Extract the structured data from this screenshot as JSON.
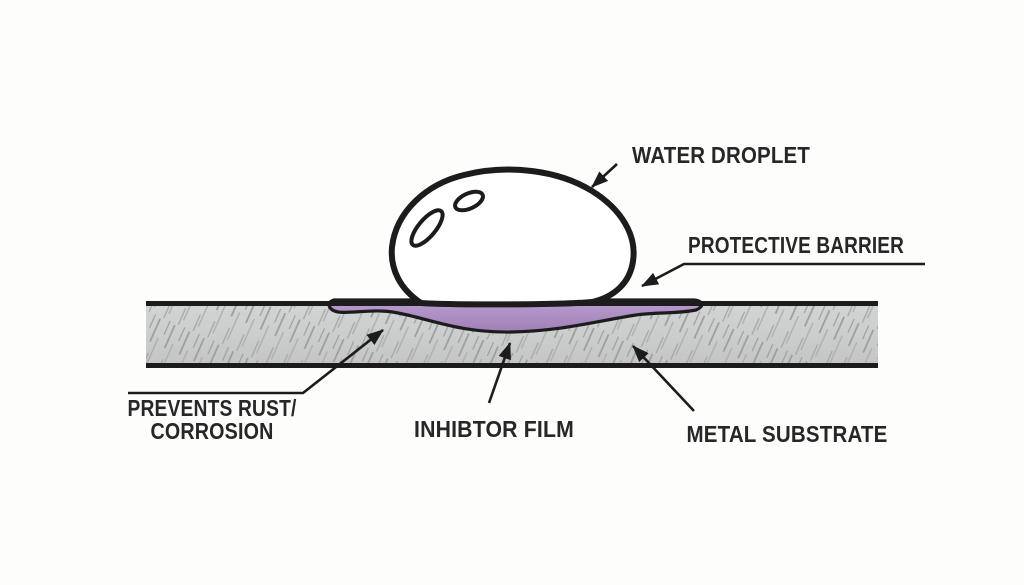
{
  "diagram": {
    "annotations": {
      "water_droplet": {
        "text": "WATER DROPLET"
      },
      "protective_barrier": {
        "text": "PROTECTIVE BARRIER"
      },
      "prevents_rust": {
        "text_line1": "PREVENTS RUST/",
        "text_line2": "CORROSION"
      },
      "inhibitor_film": {
        "text": "INHIBTOR FILM"
      },
      "metal_substrate": {
        "text": "METAL SUBSTRATE"
      }
    },
    "colors": {
      "background": "#fdfdfc",
      "outline_ink": "#1c1c1c",
      "label_ink": "#272727",
      "film_purple": "#b496c9",
      "film_purple_dark": "#a07fb6",
      "substrate_gray": "#cccecd",
      "substrate_hatch_gray": "#9aa0a1",
      "droplet_fill": "#ffffff"
    }
  }
}
